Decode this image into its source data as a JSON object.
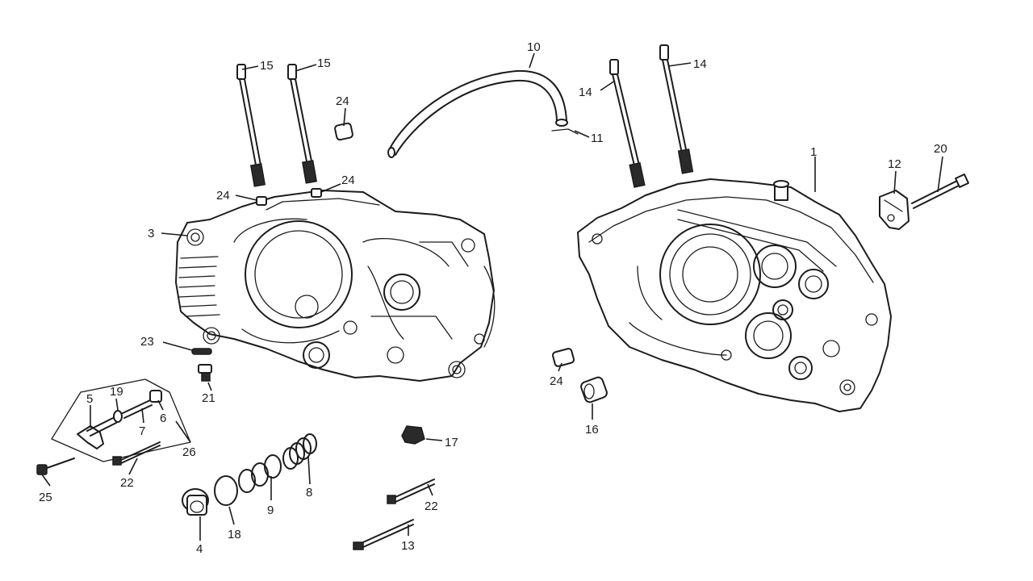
{
  "diagram": {
    "callouts": [
      {
        "id": "c1",
        "text": "1"
      },
      {
        "id": "c3",
        "text": "3"
      },
      {
        "id": "c4",
        "text": "4"
      },
      {
        "id": "c5",
        "text": "5"
      },
      {
        "id": "c6",
        "text": "6"
      },
      {
        "id": "c7",
        "text": "7"
      },
      {
        "id": "c8",
        "text": "8"
      },
      {
        "id": "c9",
        "text": "9"
      },
      {
        "id": "c10",
        "text": "10"
      },
      {
        "id": "c11",
        "text": "11"
      },
      {
        "id": "c12",
        "text": "12"
      },
      {
        "id": "c13",
        "text": "13"
      },
      {
        "id": "c14a",
        "text": "14"
      },
      {
        "id": "c14b",
        "text": "14"
      },
      {
        "id": "c15a",
        "text": "15"
      },
      {
        "id": "c15b",
        "text": "15"
      },
      {
        "id": "c16",
        "text": "16"
      },
      {
        "id": "c17",
        "text": "17"
      },
      {
        "id": "c18",
        "text": "18"
      },
      {
        "id": "c19",
        "text": "19"
      },
      {
        "id": "c20",
        "text": "20"
      },
      {
        "id": "c21",
        "text": "21"
      },
      {
        "id": "c22a",
        "text": "22"
      },
      {
        "id": "c22b",
        "text": "22"
      },
      {
        "id": "c23",
        "text": "23"
      },
      {
        "id": "c24a",
        "text": "24"
      },
      {
        "id": "c24b",
        "text": "24"
      },
      {
        "id": "c24c",
        "text": "24"
      },
      {
        "id": "c24d",
        "text": "24"
      },
      {
        "id": "c25",
        "text": "25"
      },
      {
        "id": "c26",
        "text": "26"
      }
    ]
  }
}
